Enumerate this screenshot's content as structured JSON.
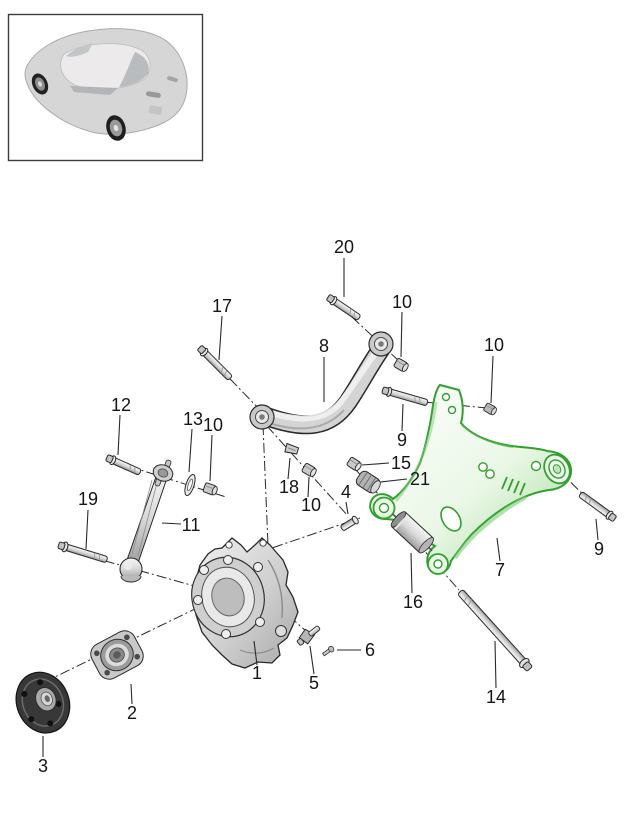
{
  "diagram": {
    "type": "exploded-parts-diagram",
    "colors": {
      "background": "#ffffff",
      "line": "#2a2a2a",
      "metal_light": "#f2f2f2",
      "metal_mid": "#c7c7c7",
      "metal_dark": "#8e8e8e",
      "hub_dark": "#383838",
      "highlight_green": "#2fa12e",
      "highlight_green_light": "#d9f0d4"
    }
  },
  "thumbnail": {
    "icon": "vehicle-overview-car"
  },
  "callouts": [
    {
      "label": "20"
    },
    {
      "label": "17"
    },
    {
      "label": "10"
    },
    {
      "label": "8"
    },
    {
      "label": "10"
    },
    {
      "label": "12"
    },
    {
      "label": "13"
    },
    {
      "label": "10"
    },
    {
      "label": "9"
    },
    {
      "label": "15"
    },
    {
      "label": "21"
    },
    {
      "label": "19"
    },
    {
      "label": "4"
    },
    {
      "label": "18"
    },
    {
      "label": "10"
    },
    {
      "label": "11"
    },
    {
      "label": "9"
    },
    {
      "label": "7"
    },
    {
      "label": "16"
    },
    {
      "label": "1"
    },
    {
      "label": "5"
    },
    {
      "label": "6"
    },
    {
      "label": "2"
    },
    {
      "label": "3"
    },
    {
      "label": "14"
    }
  ]
}
